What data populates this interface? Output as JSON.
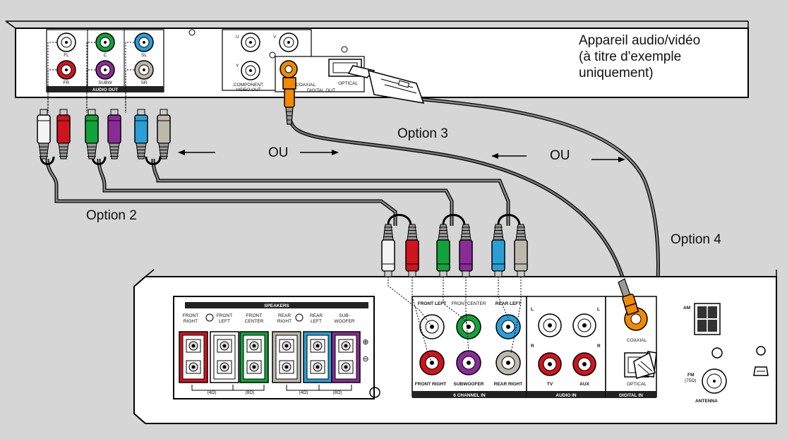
{
  "source_device": {
    "label_lines": [
      "Appareil audio/vidéo",
      "(à titre d'exemple",
      "uniquement)"
    ],
    "audio_out": {
      "title": "AUDIO OUT",
      "jacks": [
        "FL",
        "FR",
        "C",
        "SUBW",
        "SL",
        "SR"
      ]
    },
    "component_video_out": {
      "title_lines": [
        "COMPONENT",
        "VIDEO OUT"
      ],
      "jacks": [
        "U",
        "V",
        "Y"
      ]
    },
    "digital_out": {
      "title": "DIGITAL OUT",
      "coaxial": "COAXIAL",
      "optical": "OPTICAL"
    }
  },
  "annotations": {
    "option2": "Option 2",
    "option3": "Option 3",
    "option4": "Option 4",
    "ou_left": "OU",
    "ou_right": "OU"
  },
  "receiver": {
    "speakers": {
      "title": "SPEAKERS",
      "channels": [
        {
          "lines": [
            "FRONT",
            "RIGHT"
          ]
        },
        {
          "lines": [
            "FRONT",
            "LEFT"
          ]
        },
        {
          "lines": [
            "FRONT",
            "CENTER"
          ]
        },
        {
          "lines": [
            "REAR",
            "RIGHT"
          ]
        },
        {
          "lines": [
            "REAR",
            "LEFT"
          ]
        },
        {
          "lines": [
            "SUB-",
            "WOOFER"
          ]
        }
      ],
      "impedance": [
        "(4Ω)",
        "(8Ω)",
        "(4Ω)",
        "(8Ω)"
      ],
      "plus": "⊕",
      "minus": "⊖"
    },
    "six_channel_in": {
      "title": "6 CHANNEL IN",
      "top_labels": [
        "FRONT LEFT",
        "FRONTCENTER",
        "REAR LEFT"
      ],
      "bottom_labels": [
        "FRONT RIGHT",
        "SUBWOOFER",
        "REAR RIGHT"
      ]
    },
    "audio_in": {
      "title": "AUDIO IN",
      "l": "L",
      "r": "R",
      "tv": "TV",
      "aux": "AUX"
    },
    "digital_in": {
      "title": "DIGITAL IN",
      "coaxial": "COAXIAL",
      "optical": "OPTICAL"
    },
    "antenna": {
      "title": "ANTENNA",
      "fm_lines": [
        "FM",
        "(75Ω)"
      ],
      "am": "AM"
    }
  },
  "colors": {
    "red": "#d0141e",
    "green": "#12a23a",
    "purple": "#8a2c96",
    "blue": "#2a9fd6",
    "gray": "#bdb8ac",
    "white": "#f4f4f4",
    "orange": "#f08a00"
  }
}
